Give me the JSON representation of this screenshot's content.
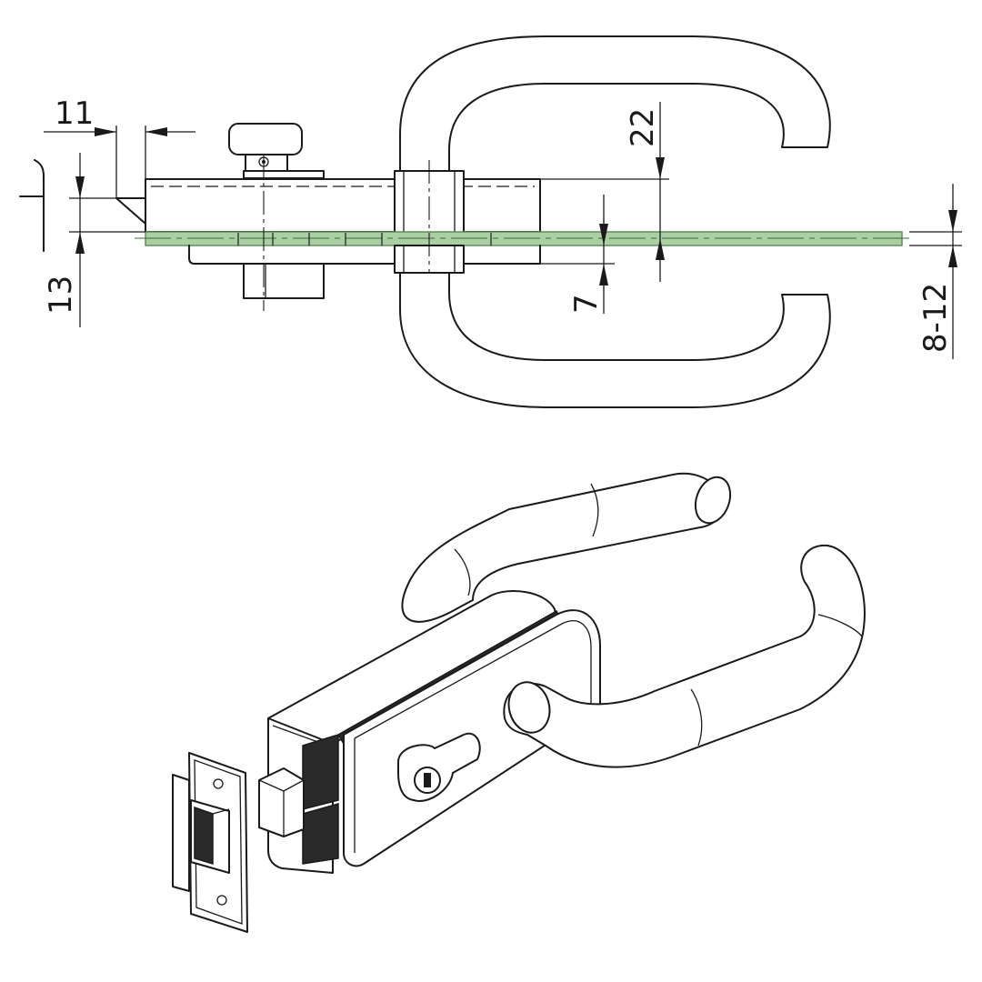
{
  "dimensions": {
    "latch_offset": "11",
    "latch_height": "13",
    "handle_offset": "22",
    "plate_thickness": "7",
    "glass_thickness": "8-12"
  },
  "colors": {
    "glass": "#a9cfa3",
    "glass_edge": "#5e8f5a",
    "line": "#1a1a1a",
    "background": "#ffffff"
  }
}
